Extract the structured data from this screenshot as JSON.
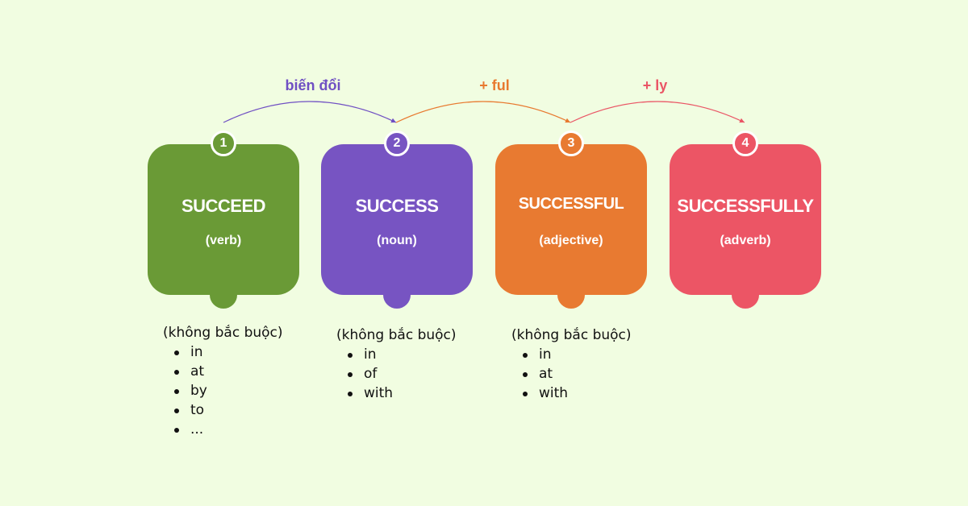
{
  "arrows": [
    {
      "label": "biến đổi",
      "color": "#6f4fc3"
    },
    {
      "label": "+ ful",
      "color": "#e8792f"
    },
    {
      "label": "+ ly",
      "color": "#ea5565"
    }
  ],
  "cards": [
    {
      "number": "1",
      "word": "SUCCEED",
      "pos": "(verb)",
      "color": "#6a9a36"
    },
    {
      "number": "2",
      "word": "SUCCESS",
      "pos": "(noun)",
      "color": "#7754c2"
    },
    {
      "number": "3",
      "word": "SUCCESSFUL",
      "pos": "(adjective)",
      "color": "#e87a31"
    },
    {
      "number": "4",
      "word": "SUCCESSFULLY",
      "pos": "(adverb)",
      "color": "#ec5565"
    }
  ],
  "prepositions": [
    {
      "note": "(không bắc buộc)",
      "items": [
        "in",
        "at",
        "by",
        "to",
        "..."
      ]
    },
    {
      "note": "(không bắc buộc)",
      "items": [
        "in",
        "of",
        "with"
      ]
    },
    {
      "note": "(không bắc buộc)",
      "items": [
        "in",
        "at",
        "with"
      ]
    }
  ]
}
